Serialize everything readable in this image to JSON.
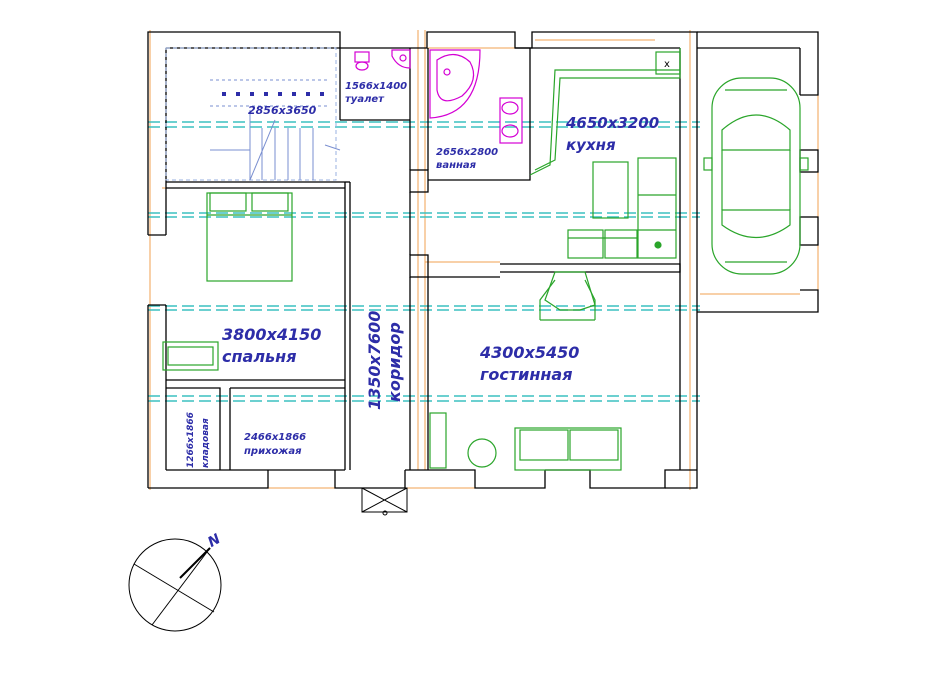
{
  "rooms": {
    "stairs": {
      "size": "2856x3650"
    },
    "toilet": {
      "size": "1566x1400",
      "name": "туалет"
    },
    "bathroom": {
      "size": "2656x2800",
      "name": "ванная"
    },
    "kitchen": {
      "size": "4650x3200",
      "name": "кухня"
    },
    "bedroom": {
      "size": "3800x4150",
      "name": "спальня"
    },
    "corridor": {
      "size": "1350x7600",
      "name": "коридор"
    },
    "living": {
      "size": "4300x5450",
      "name": "гостинная"
    },
    "closet": {
      "size": "1266x1866",
      "name": "кладовая"
    },
    "hall": {
      "size": "2466x1866",
      "name": "прихожая"
    }
  },
  "compass": {
    "north_label": "N"
  },
  "colors": {
    "wall": "#000000",
    "furniture": "#2aa52a",
    "plumbing": "#d400d4",
    "axis": "#3cc0c0",
    "dimension": "#f0a050",
    "text": "#2d2da8"
  },
  "icons": {
    "kitchen_mark": "x-mark"
  }
}
